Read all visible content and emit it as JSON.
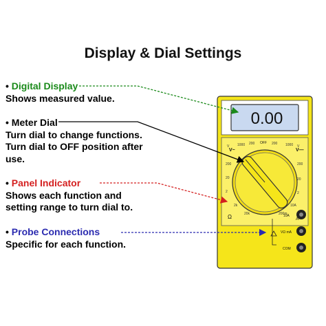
{
  "title": "Display & Dial Settings",
  "bullet": "•",
  "callouts": [
    {
      "heading": "Digital Display",
      "heading_color": "#1a8a1a",
      "lines": [
        "Shows measured value."
      ]
    },
    {
      "heading": "Meter Dial",
      "heading_color": "#000000",
      "lines": [
        "Turn dial to change functions.",
        "Turn dial to OFF position after",
        "use."
      ]
    },
    {
      "heading": "Panel Indicator",
      "heading_color": "#d42020",
      "lines": [
        "Shows each function and",
        "setting range to turn dial to."
      ]
    },
    {
      "heading": "Probe Connections",
      "heading_color": "#2b2bb0",
      "lines": [
        "Specific for each function."
      ]
    }
  ],
  "meter": {
    "display_value": "0.00",
    "body_color": "#f5e51a",
    "lcd_color": "#c9d9f0",
    "dial_labels": [
      "OFF",
      "V~",
      "V—",
      "A—",
      "Ω"
    ],
    "port_labels": [
      "10A",
      "VΩ mA",
      "COM"
    ]
  },
  "icons": [
    "multimeter-icon",
    "rotary-dial-icon",
    "probe-jack-icon"
  ]
}
